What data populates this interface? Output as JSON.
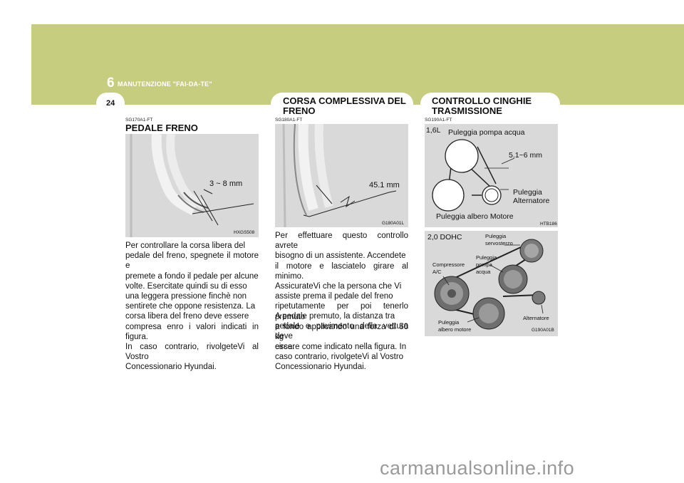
{
  "header": {
    "chapter_number": "6",
    "chapter_title": "MANUTENZIONE \"FAI-DA-TE\"",
    "page_number": "24"
  },
  "col1": {
    "code": "SG170A1-FT",
    "title": "PEDALE FRENO",
    "figure": {
      "label": "3 ~ 8 mm",
      "code": "HXGS508"
    },
    "paragraph": [
      "Per controllare la corsa libera del",
      "pedale del freno, spegnete il motore e",
      "premete a fondo il pedale per alcune",
      "volte. Esercitate quindi su di esso",
      "una leggera pressione finchè non",
      "sentirete che oppone resistenza. La",
      "corsa libera del freno deve essere",
      "compresa enro i valori indicati in figura.",
      "In caso contrario, rivolgeteVi al Vostro",
      "Concessionario Hyundai."
    ]
  },
  "col2": {
    "heading": [
      "CORSA COMPLESSIVA DEL",
      "FRENO"
    ],
    "code": "SG180A1-FT",
    "figure": {
      "label": "45.1 mm",
      "code": "G180A01L"
    },
    "paragraph1": [
      "Per effettuare questo controllo avrete",
      "bisogno di un assistente. Accendete",
      "il motore e lasciatelo girare al minimo.",
      "AssicurateVi che la persona che Vi",
      "assiste prema il pedale del freno",
      "ripetutamente per poi tenerlo premuto",
      "a fondo applicando una forza di 50 kg",
      "circa."
    ],
    "paragraph2": [
      "A pedale premuto, la distanza tra",
      "pedale e pavimento della vettura deve",
      "essere come indicato nella figura. In",
      "caso contrario, rivolgeteVi al Vostro",
      "Concessionario Hyundai."
    ]
  },
  "col3": {
    "heading": [
      "CONTROLLO CINGHIE",
      "TRASMISSIONE"
    ],
    "code": "SG190A1-FT",
    "fig1": {
      "engine": "1,6L",
      "pump": "Puleggia pompa acqua",
      "deflection": "5.1~6 mm",
      "alt_line1": "Puleggia",
      "alt_line2": "Alternatore",
      "crank": "Puleggia albero Motore",
      "code": "HTB186"
    },
    "fig2": {
      "engine": "2,0 DOHC",
      "steer_line1": "Puleggia",
      "steer_line2": "servosterzo",
      "pump_line1": "Puleggia",
      "pump_line2": "pompa",
      "pump_line3": "acqua",
      "ac_line1": "Compressore",
      "ac_line2": "A/C",
      "crank_line1": "Puleggia",
      "crank_line2": "albero motore",
      "alternator": "Alternatore",
      "code": "G190A01B"
    }
  },
  "watermark": "carmanualsonline.info"
}
